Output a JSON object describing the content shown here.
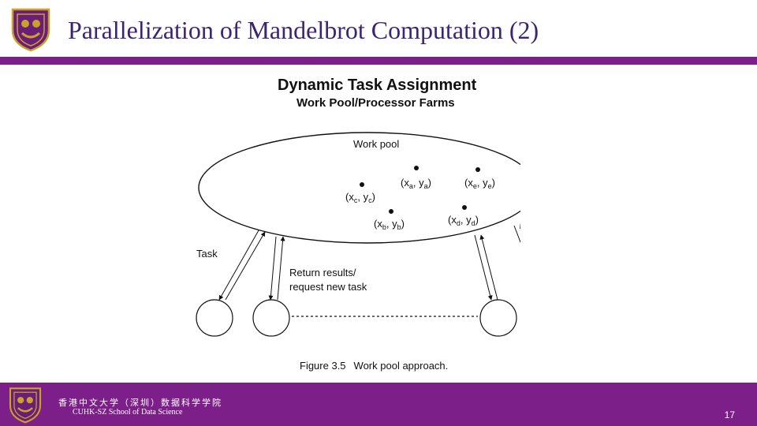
{
  "slide": {
    "title": "Parallelization of Mandelbrot Computation (2)",
    "page_number": "17"
  },
  "footer": {
    "chinese_name": "香港中文大学（深圳）数据科学学院",
    "english_name": "CUHK-SZ School of Data Science"
  },
  "figure": {
    "heading": "Dynamic Task Assignment",
    "subheading": "Work Pool/Processor Farms",
    "pool_label": "Work pool",
    "task_label": "Task",
    "return_label_line1": "Return results/",
    "return_label_line2": "request new task",
    "caption_number": "Figure 3.5",
    "caption_text": "Work pool approach.",
    "points": [
      {
        "x": "x",
        "y": "y",
        "sub": "a"
      },
      {
        "x": "x",
        "y": "y",
        "sub": "e"
      },
      {
        "x": "x",
        "y": "y",
        "sub": "c"
      },
      {
        "x": "x",
        "y": "y",
        "sub": "b"
      },
      {
        "x": "x",
        "y": "y",
        "sub": "d"
      }
    ]
  },
  "colors": {
    "brand_purple": "#7c1f88",
    "title_color": "#3d2375",
    "logo_gold": "#c9a227",
    "logo_purple": "#6b1d7a"
  },
  "icons": {
    "header_logo": "university-crest-icon",
    "footer_logo": "university-crest-icon"
  }
}
